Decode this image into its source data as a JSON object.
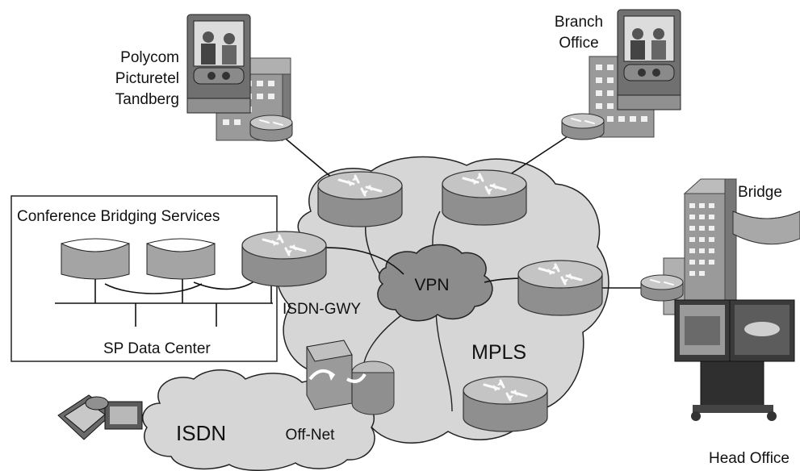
{
  "labels": {
    "endpoint_line1": "Polycom",
    "endpoint_line2": "Picturetel",
    "endpoint_line3": "Tandberg",
    "branch_line1": "Branch",
    "branch_line2": "Office",
    "bridge": "Bridge",
    "conference_bridging": "Conference Bridging Services",
    "sp_data_center": "SP Data Center",
    "vpn": "VPN",
    "isdn_gwy": "ISDN-GWY",
    "mpls": "MPLS",
    "isdn": "ISDN",
    "off_net": "Off-Net",
    "head_office": "Head Office"
  },
  "colors": {
    "cloud_fill": "#d6d6d6",
    "vpn_fill": "#8c8c8c",
    "router_top": "#bdbdbd",
    "router_side": "#8f8f8f",
    "building": "#9a9a9a",
    "window": "#f2f2f2",
    "line": "#111111"
  }
}
